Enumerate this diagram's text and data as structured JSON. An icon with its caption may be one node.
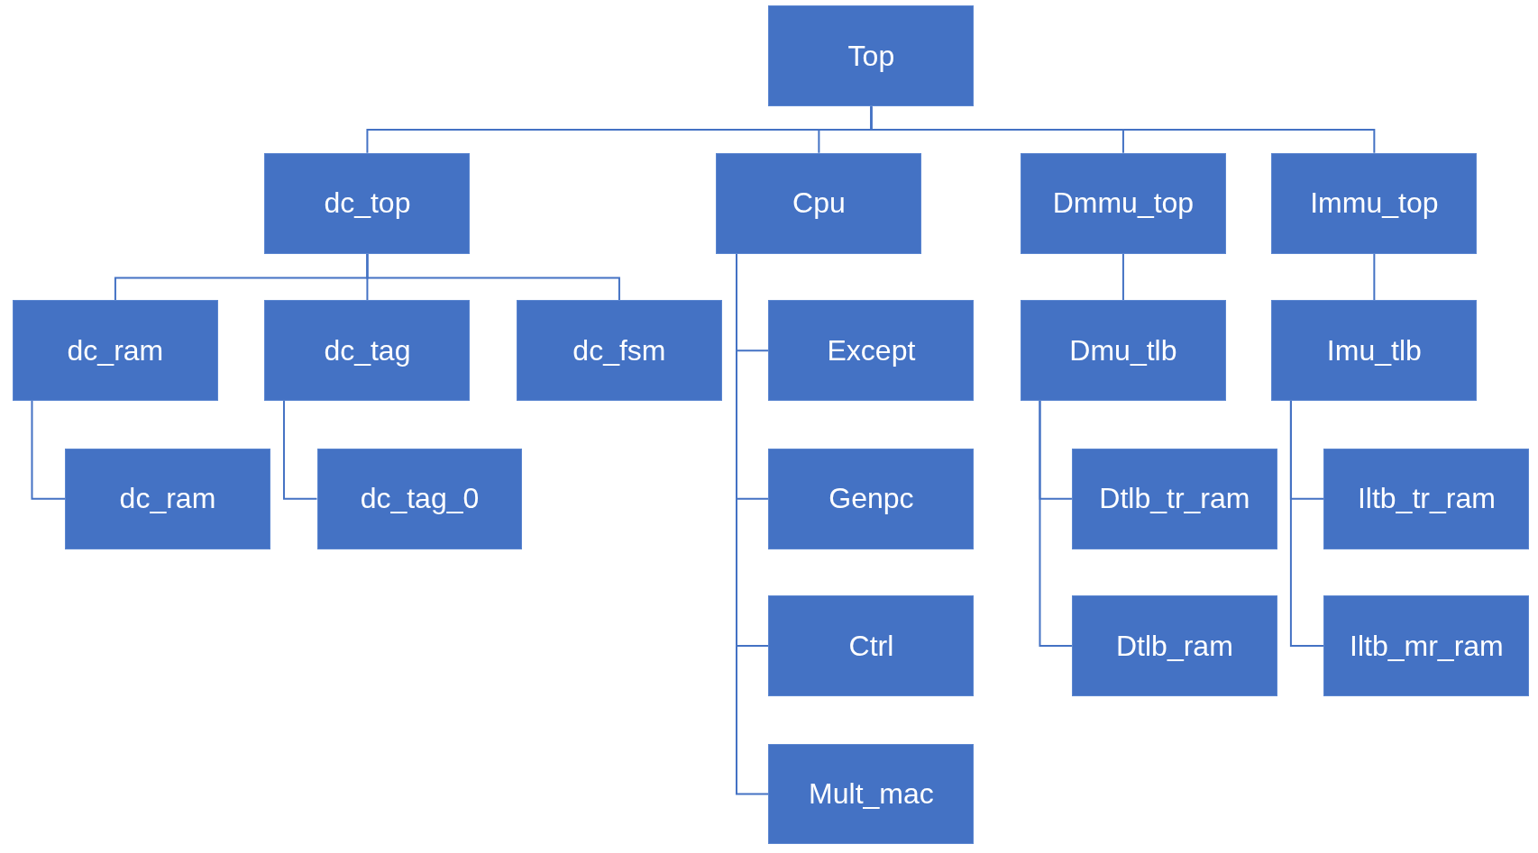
{
  "diagram": {
    "nodes": [
      {
        "text": [
          "Top"
        ]
      },
      {
        "text": [
          "dc_top"
        ]
      },
      {
        "text": [
          "Cpu"
        ]
      },
      {
        "text": [
          "Dmmu_top"
        ]
      },
      {
        "text": [
          "Immu_top"
        ]
      },
      {
        "text": [
          "dc_ram"
        ]
      },
      {
        "text": [
          "dc_tag"
        ]
      },
      {
        "text": [
          "dc_fsm"
        ]
      },
      {
        "text": [
          "Except"
        ]
      },
      {
        "text": [
          "Dmu_tlb"
        ]
      },
      {
        "text": [
          "Imu_tlb"
        ]
      },
      {
        "text": [
          "dc_ram"
        ]
      },
      {
        "text": [
          "dc_tag_0"
        ]
      },
      {
        "text": [
          "Genpc"
        ]
      },
      {
        "text": [
          "Dtlb_tr_ram"
        ]
      },
      {
        "text": [
          "Iltb_tr_ram"
        ]
      },
      {
        "text": [
          "Ctrl"
        ]
      },
      {
        "text": [
          "Dtlb_ram"
        ]
      },
      {
        "text": [
          "Iltb_mr_ram"
        ]
      },
      {
        "text": [
          "Mult_mac"
        ]
      }
    ],
    "edges": [
      {
        "from": 0,
        "to": 1,
        "arrow": "none"
      },
      {
        "from": 0,
        "to": 2,
        "arrow": "none"
      },
      {
        "from": 0,
        "to": 3,
        "arrow": "none"
      },
      {
        "from": 0,
        "to": 4,
        "arrow": "none"
      },
      {
        "from": 1,
        "to": 5,
        "arrow": "none"
      },
      {
        "from": 1,
        "to": 6,
        "arrow": "none"
      },
      {
        "from": 1,
        "to": 7,
        "arrow": "none"
      },
      {
        "from": 2,
        "to": 8,
        "arrow": "none"
      },
      {
        "from": 2,
        "to": 13,
        "arrow": "none"
      },
      {
        "from": 2,
        "to": 16,
        "arrow": "none"
      },
      {
        "from": 2,
        "to": 19,
        "arrow": "none"
      },
      {
        "from": 3,
        "to": 9,
        "arrow": "none"
      },
      {
        "from": 4,
        "to": 10,
        "arrow": "none"
      },
      {
        "from": 5,
        "to": 11,
        "arrow": "none"
      },
      {
        "from": 6,
        "to": 12,
        "arrow": "none"
      },
      {
        "from": 9,
        "to": 14,
        "arrow": "none"
      },
      {
        "from": 9,
        "to": 17,
        "arrow": "none"
      },
      {
        "from": 10,
        "to": 15,
        "arrow": "none"
      },
      {
        "from": 10,
        "to": 18,
        "arrow": "none"
      }
    ]
  }
}
